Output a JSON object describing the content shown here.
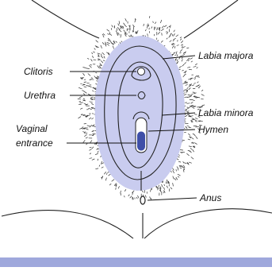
{
  "diagram": {
    "labels": {
      "labia_majora": "Labia majora",
      "clitoris": "Clitoris",
      "urethra": "Urethra",
      "labia_minora": "Labia minora",
      "vaginal_entrance_line1": "Vaginal",
      "vaginal_entrance_line2": "entrance",
      "hymen": "Hymen",
      "anus": "Anus"
    },
    "colors": {
      "labia_fill": "#c9ccef",
      "vaginal_opening": "#3f4fa8",
      "outline": "#222222",
      "bottom_band": "#9fa8dc"
    }
  }
}
